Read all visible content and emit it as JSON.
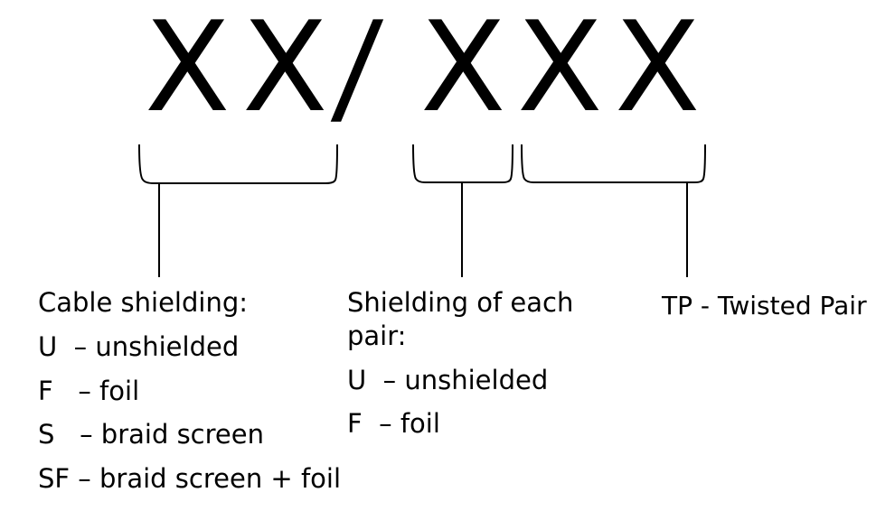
{
  "code": {
    "letters": [
      "X",
      "X",
      "/",
      "X",
      "X",
      "X"
    ]
  },
  "cable_shielding": {
    "title": "Cable shielding:",
    "items": [
      "U  – unshielded",
      "F   – foil",
      "S   – braid screen",
      "SF – braid screen + foil"
    ]
  },
  "pair_shielding": {
    "title_line1": "Shielding of each",
    "title_line2": "pair:",
    "items": [
      "U  – unshielded",
      "F  – foil"
    ]
  },
  "twisted_pair": {
    "label": "TP - Twisted Pair"
  }
}
